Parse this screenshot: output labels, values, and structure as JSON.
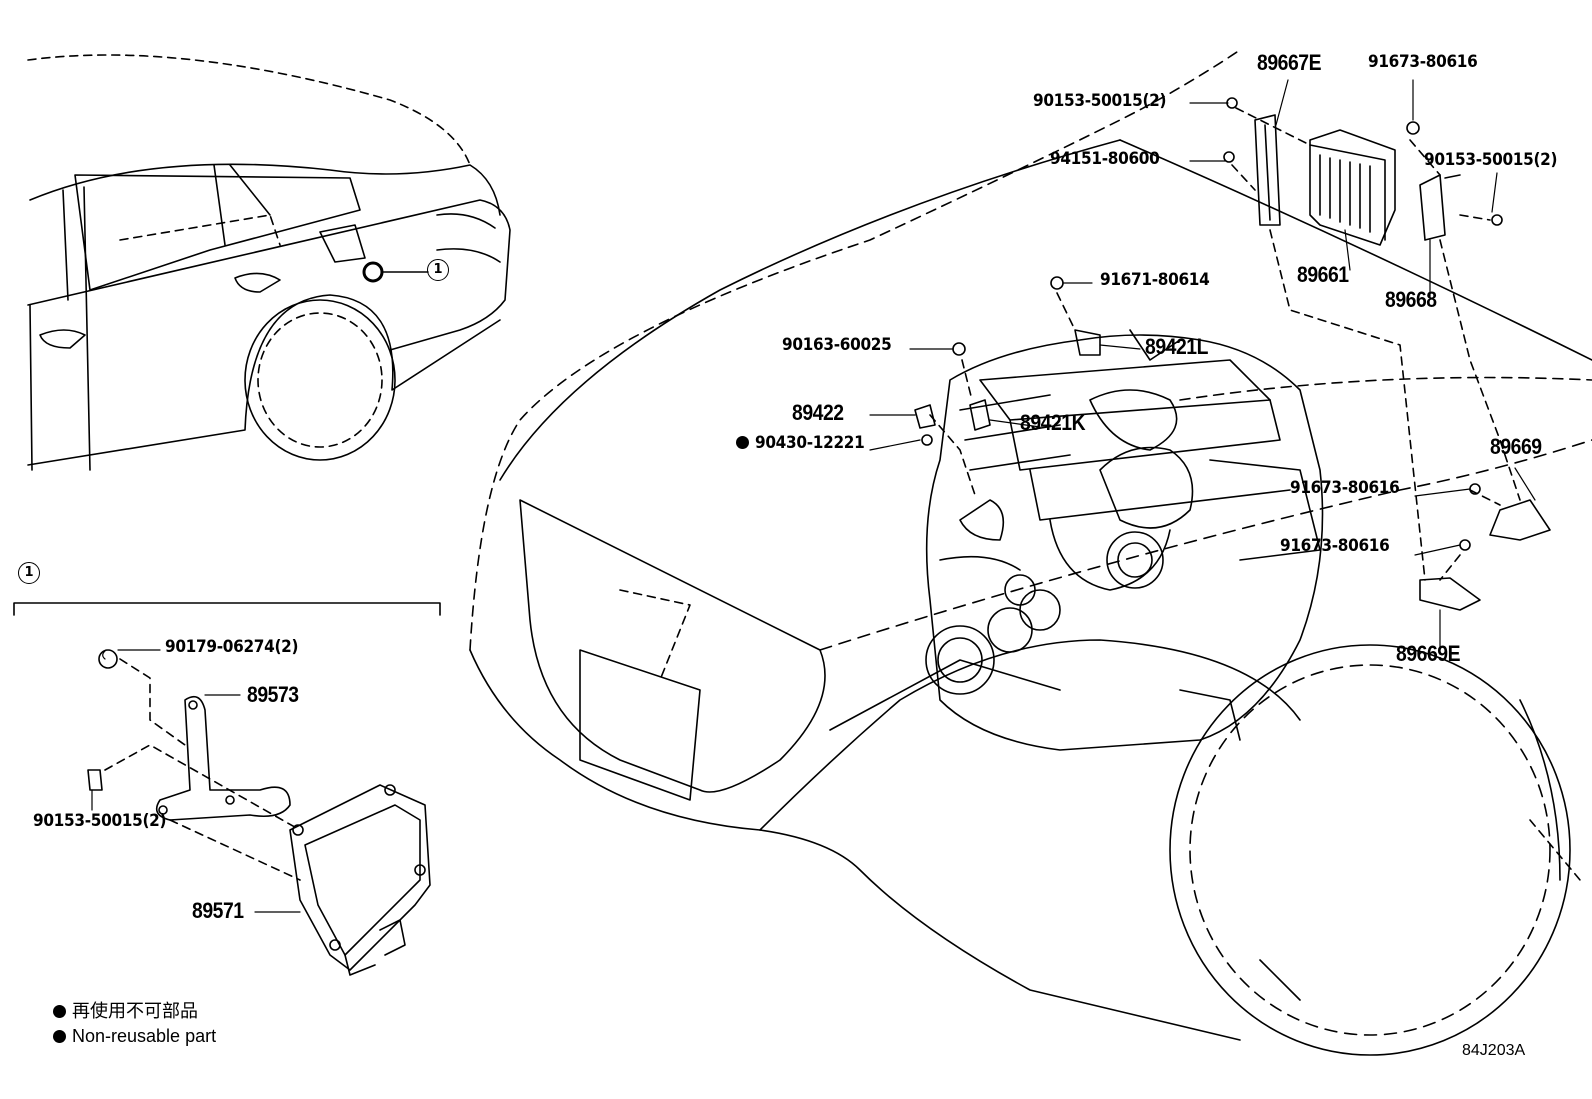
{
  "parts": {
    "p_89667E": "89667E",
    "p_91673_80616_top": "91673-80616",
    "p_90153_50015_2_a": "90153-50015(2)",
    "p_90153_50015_2_b": "90153-50015(2)",
    "p_94151_80600": "94151-80600",
    "p_89661": "89661",
    "p_89668": "89668",
    "p_91671_80614": "91671-80614",
    "p_90163_60025": "90163-60025",
    "p_89421L": "89421L",
    "p_89422": "89422",
    "p_89421K": "89421K",
    "p_90430_12221": "90430-12221",
    "p_89669": "89669",
    "p_91673_80616_mid": "91673-80616",
    "p_91673_80616_low": "91673-80616",
    "p_89669E": "89669E",
    "p_90179_06274_2": "90179-06274(2)",
    "p_89573": "89573",
    "p_90153_50015_2_c": "90153-50015(2)",
    "p_89571": "89571"
  },
  "callout": "1",
  "legend": {
    "jp": "再使用不可部品",
    "en": "Non-reusable part"
  },
  "diagram_code": "84J203A"
}
